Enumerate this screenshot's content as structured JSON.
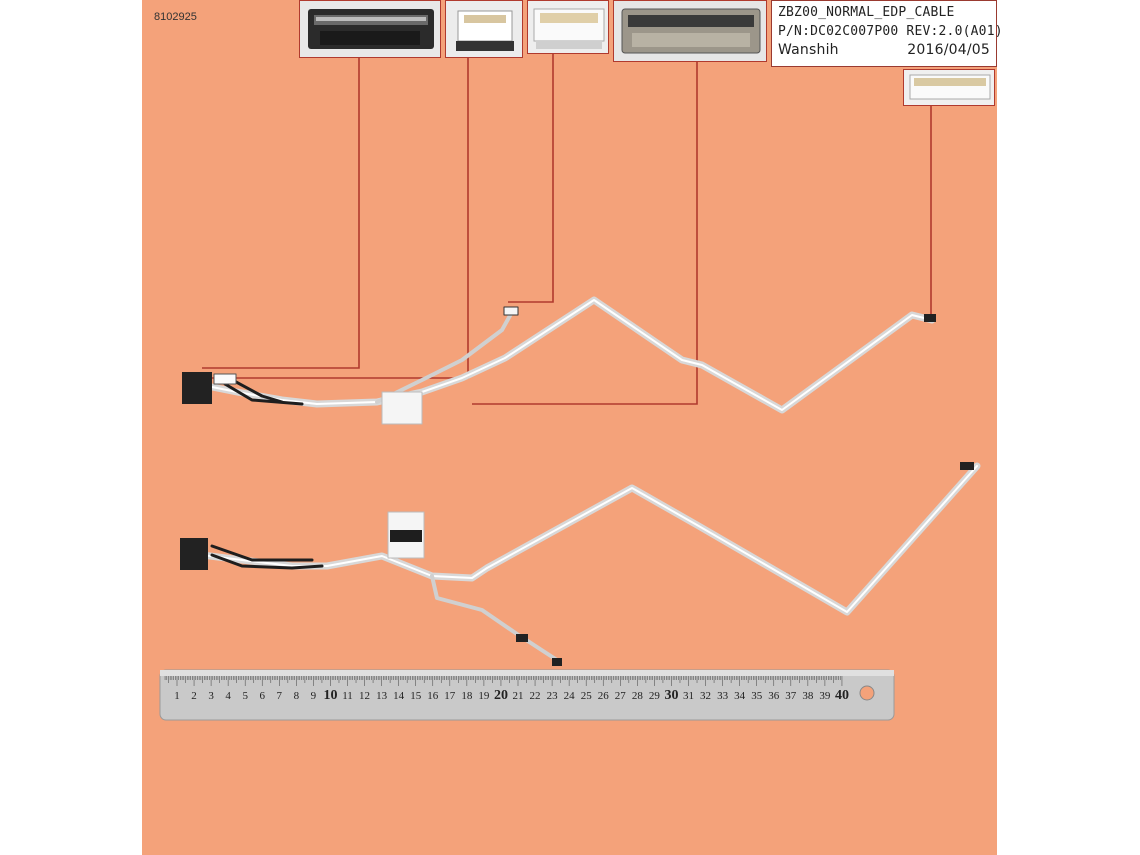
{
  "sku": "8102925",
  "label": {
    "line1": "ZBZ00_NORMAL_EDP_CABLE",
    "line2": "P/N:DC02C007P00  REV:2.0(A01)",
    "maker": "Wanshih",
    "date": "2016/04/05"
  },
  "ruler": {
    "ticks": [
      "1",
      "2",
      "3",
      "4",
      "5",
      "6",
      "7",
      "8",
      "9",
      "10",
      "11",
      "12",
      "13",
      "14",
      "15",
      "16",
      "17",
      "18",
      "19",
      "20",
      "21",
      "22",
      "23",
      "24",
      "25",
      "26",
      "27",
      "28",
      "29",
      "30",
      "31",
      "32",
      "33",
      "34",
      "35",
      "36",
      "37",
      "38",
      "39",
      "40"
    ]
  },
  "colors": {
    "background": "#f4a27a",
    "callout_line": "#b03a2e",
    "cable": "#d9d9d9",
    "ruler": "#c9c9c9"
  },
  "icons": [
    "connector-detail-1",
    "connector-detail-2",
    "connector-detail-3",
    "connector-detail-4",
    "connector-detail-5"
  ]
}
